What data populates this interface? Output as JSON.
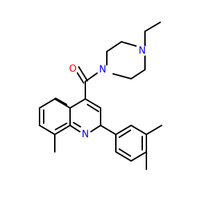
{
  "molecule": {
    "atoms": [
      {
        "id": "O1",
        "label": "O",
        "color": "#FF0000"
      },
      {
        "id": "N_amide",
        "label": "N",
        "color": "#0000FF"
      },
      {
        "id": "N_ethyl",
        "label": "N",
        "color": "#0000FF"
      },
      {
        "id": "N_quinoline",
        "label": "N",
        "color": "#0000FF"
      }
    ],
    "bond_color": "#000000"
  }
}
